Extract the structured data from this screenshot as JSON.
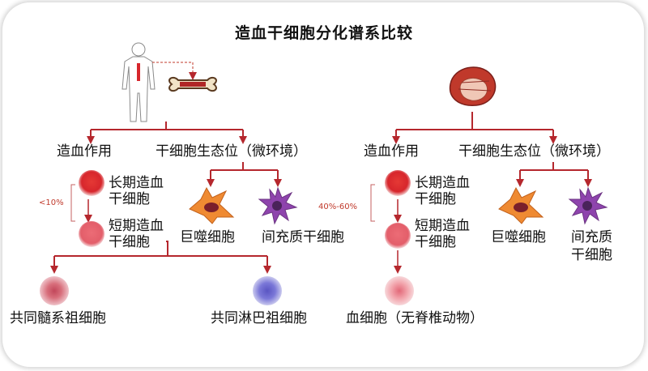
{
  "title": "造血干细胞分化谱系比较",
  "left": {
    "branch_a": "造血作用",
    "branch_b": "干细胞生态位（微环境）",
    "lt_hsc_1": "长期造血",
    "lt_hsc_2": "干细胞",
    "st_hsc_1": "短期造血",
    "st_hsc_2": "干细胞",
    "percent": "<10%",
    "macrophage": "巨噬细胞",
    "msc": "间充质干细胞",
    "myeloid": "共同髓系祖细胞",
    "lymphoid": "共同淋巴祖细胞"
  },
  "right": {
    "branch_a": "造血作用",
    "branch_b": "干细胞生态位（微环境）",
    "lt_hsc_1": "长期造血",
    "lt_hsc_2": "干细胞",
    "st_hsc_1": "短期造血",
    "st_hsc_2": "干细胞",
    "percent": "40%-60%",
    "macrophage": "巨噬细胞",
    "msc_1": "间充质",
    "msc_2": "干细胞",
    "blood": "血细胞（无脊椎动物）"
  },
  "colors": {
    "arrow": "#b5272d",
    "hsc": "#d7262c",
    "st_hsc": "#e8707a",
    "myeloid": "#d86f7c",
    "lymphoid": "#6f6fd0",
    "blood": "#e88a92",
    "macrophage": "#e87b2b",
    "msc": "#7d3c98"
  },
  "icons": [
    "human-body-icon",
    "bone-icon",
    "scallop-icon"
  ]
}
